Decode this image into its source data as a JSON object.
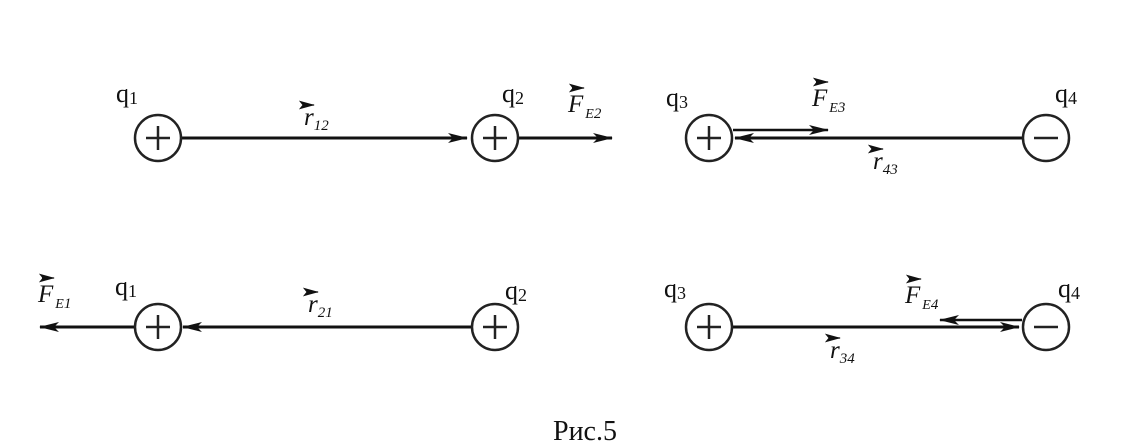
{
  "caption": "Рис.5",
  "charges": {
    "q1": {
      "letter": "q",
      "index": "1",
      "sign": "+"
    },
    "q2": {
      "letter": "q",
      "index": "2",
      "sign": "+"
    },
    "q3": {
      "letter": "q",
      "index": "3",
      "sign": "+"
    },
    "q4": {
      "letter": "q",
      "index": "4",
      "sign": "−"
    }
  },
  "vectors": {
    "r12": {
      "symbol": "r",
      "sub": "12"
    },
    "r21": {
      "symbol": "r",
      "sub": "21"
    },
    "r43": {
      "symbol": "r",
      "sub": "43"
    },
    "r34": {
      "symbol": "r",
      "sub": "34"
    },
    "F_E1": {
      "symbol": "F",
      "sub_letter": "E",
      "sub_index": "1"
    },
    "F_E2": {
      "symbol": "F",
      "sub_letter": "E",
      "sub_index": "2"
    },
    "F_E3": {
      "symbol": "F",
      "sub_letter": "E",
      "sub_index": "3"
    },
    "F_E4": {
      "symbol": "F",
      "sub_letter": "E",
      "sub_index": "4"
    }
  }
}
